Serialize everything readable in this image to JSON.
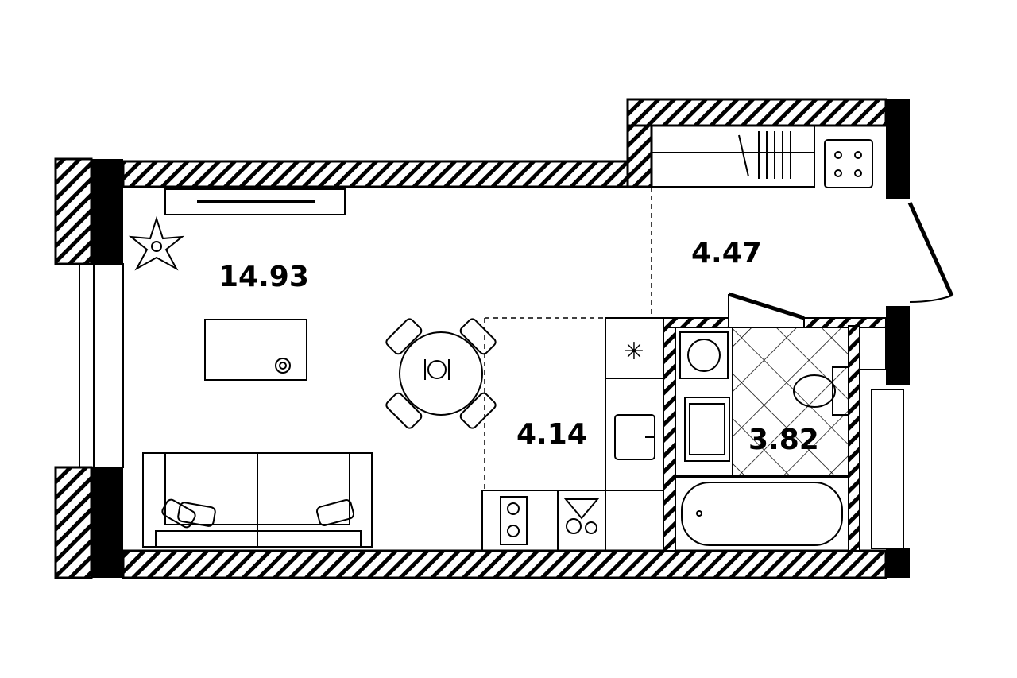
{
  "plan": {
    "rooms": [
      {
        "name": "living-room",
        "area": "14.93"
      },
      {
        "name": "hallway",
        "area": "4.47"
      },
      {
        "name": "kitchen",
        "area": "4.14"
      },
      {
        "name": "bathroom",
        "area": "3.82"
      }
    ]
  },
  "colors": {
    "wall": "#000000",
    "background": "#ffffff"
  }
}
